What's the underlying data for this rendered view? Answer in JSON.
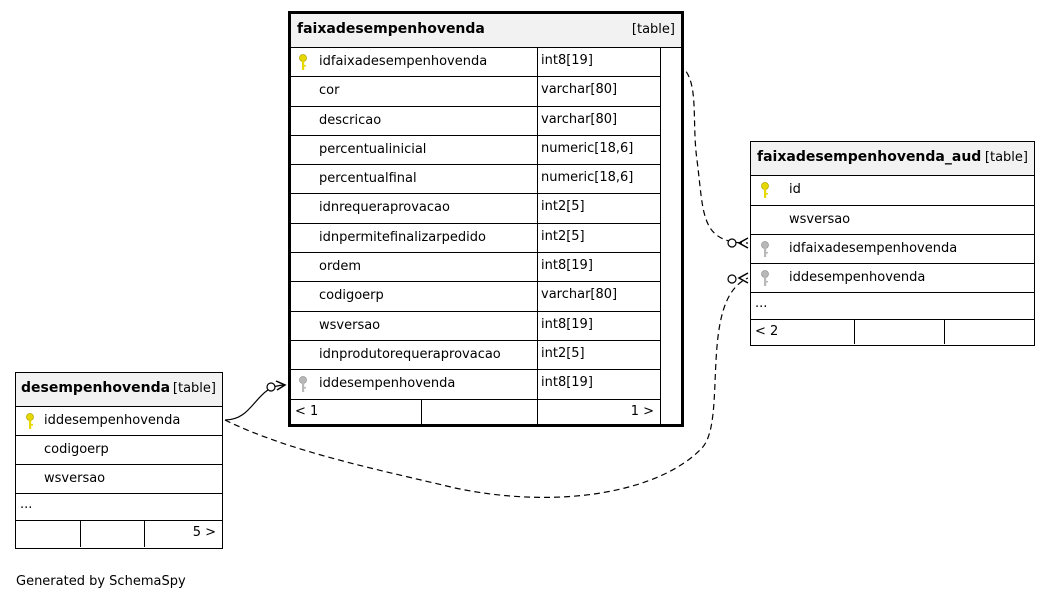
{
  "tables": {
    "faixadesempenhovenda": {
      "name": "faixadesempenhovenda",
      "type": "[table]",
      "columns": [
        {
          "name": "idfaixadesempenhovenda",
          "type": "int8[19]",
          "key": "primary"
        },
        {
          "name": "cor",
          "type": "varchar[80]",
          "key": "none"
        },
        {
          "name": "descricao",
          "type": "varchar[80]",
          "key": "none"
        },
        {
          "name": "percentualinicial",
          "type": "numeric[18,6]",
          "key": "none"
        },
        {
          "name": "percentualfinal",
          "type": "numeric[18,6]",
          "key": "none"
        },
        {
          "name": "idnrequeraprovacao",
          "type": "int2[5]",
          "key": "none"
        },
        {
          "name": "idnpermitefinalizarpedido",
          "type": "int2[5]",
          "key": "none"
        },
        {
          "name": "ordem",
          "type": "int8[19]",
          "key": "none"
        },
        {
          "name": "codigoerp",
          "type": "varchar[80]",
          "key": "none"
        },
        {
          "name": "wsversao",
          "type": "int8[19]",
          "key": "none"
        },
        {
          "name": "idnprodutorequeraprovacao",
          "type": "int2[5]",
          "key": "none"
        },
        {
          "name": "iddesempenhovenda",
          "type": "int8[19]",
          "key": "foreign"
        }
      ],
      "footer": {
        "left": "< 1",
        "right": "1 >"
      }
    },
    "faixadesempenhovenda_aud": {
      "name": "faixadesempenhovenda_aud",
      "type": "[table]",
      "columns": [
        {
          "name": "id",
          "key": "primary"
        },
        {
          "name": "wsversao",
          "key": "none"
        },
        {
          "name": "idfaixadesempenhovenda",
          "key": "foreign"
        },
        {
          "name": "iddesempenhovenda",
          "key": "foreign"
        }
      ],
      "ellipsis": "...",
      "footer": {
        "left": "< 2",
        "right": ""
      }
    },
    "desempenhovenda": {
      "name": "desempenhovenda",
      "type": "[table]",
      "columns": [
        {
          "name": "iddesempenhovenda",
          "key": "primary"
        },
        {
          "name": "codigoerp",
          "key": "none"
        },
        {
          "name": "wsversao",
          "key": "none"
        }
      ],
      "ellipsis": "...",
      "footer": {
        "left": "",
        "right": "5 >"
      }
    }
  },
  "relationships": [
    {
      "from": "faixadesempenhovenda.iddesempenhovenda",
      "to": "desempenhovenda.iddesempenhovenda",
      "style": "solid"
    },
    {
      "from": "faixadesempenhovenda_aud.idfaixadesempenhovenda",
      "to": "faixadesempenhovenda.idfaixadesempenhovenda",
      "style": "dashed"
    },
    {
      "from": "faixadesempenhovenda_aud.iddesempenhovenda",
      "to": "desempenhovenda.iddesempenhovenda",
      "style": "dashed"
    }
  ],
  "colors": {
    "header_bg": "#f2f2f2",
    "primary_key": "#e6d800",
    "foreign_key": "#b8b8b8"
  },
  "generated_by": "Generated by SchemaSpy"
}
